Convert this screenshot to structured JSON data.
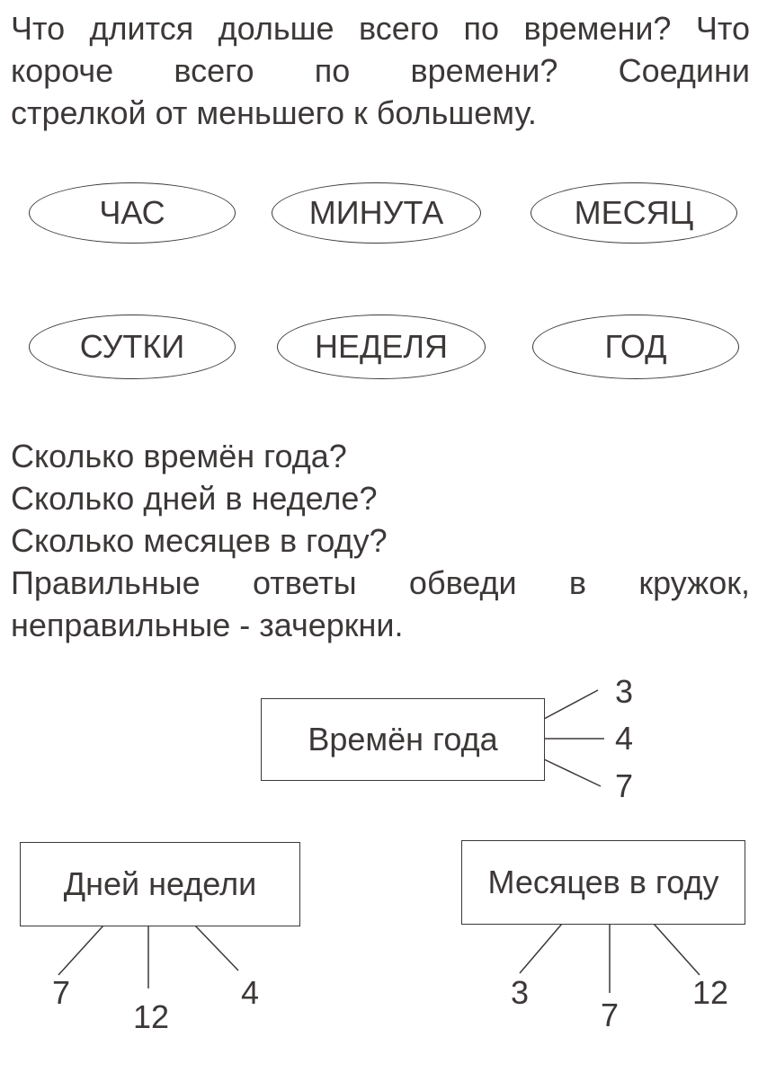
{
  "task1": {
    "lines": [
      "Что длится дольше всего по времени? Что",
      "короче всего по времени? Соедини",
      "стрелкой от меньшего к большему."
    ],
    "ovals": [
      "ЧАС",
      "МИНУТА",
      "МЕСЯЦ",
      "СУТКИ",
      "НЕДЕЛЯ",
      "ГОД"
    ]
  },
  "task2": {
    "lines": [
      "Сколько времён года?",
      "Сколько дней в неделе?",
      "Сколько месяцев в году?",
      "Правильные ответы обведи в кружок,",
      "неправильные - зачеркни."
    ],
    "boxes": [
      {
        "label": "Времён года",
        "options": [
          "3",
          "4",
          "7"
        ]
      },
      {
        "label": "Дней недели",
        "options": [
          "7",
          "12",
          "4"
        ]
      },
      {
        "label": "Месяцев в году",
        "options": [
          "3",
          "7",
          "12"
        ]
      }
    ]
  }
}
